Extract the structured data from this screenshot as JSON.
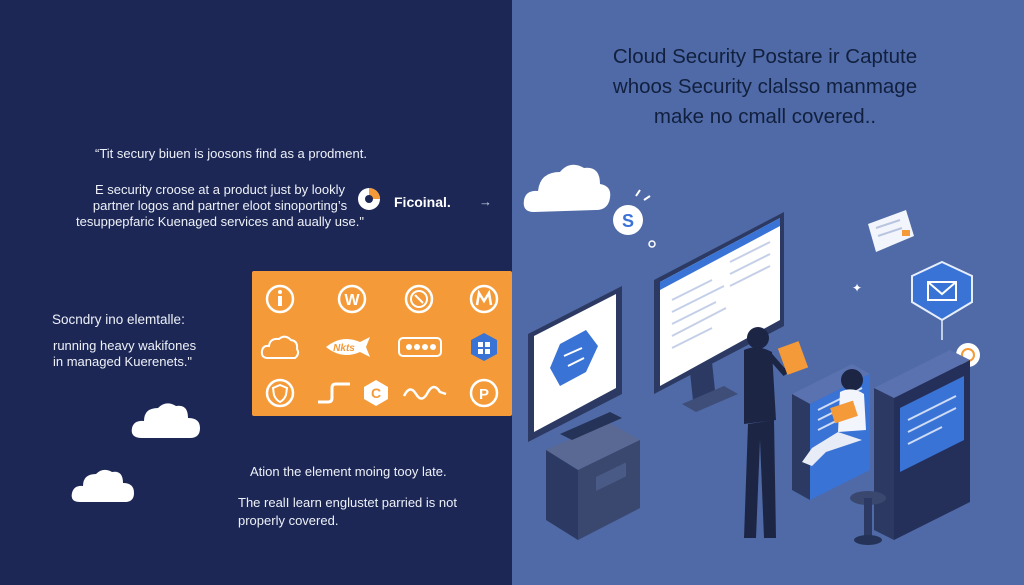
{
  "left": {
    "quote": "“Tit secury biuen is joosons find as a prodment.",
    "paragraph": [
      "E security croose at a product just by lookly",
      "partner logos and partner eloot sinoporting’s",
      "tesuppepfaric Kuenaged services and aually use.\""
    ],
    "logo_text": "Ficoinal.",
    "secondary_title": "Socndry ino elemtalle:",
    "secondary_body": [
      "running heavy wakifones",
      "in managed Kuerenets.\""
    ],
    "bottom_line_1": "Ation the element moing tooy late.",
    "bottom_lines_2": [
      "The realI learn englustet parried is not",
      "properly covered."
    ],
    "grid_icons": [
      "info-badge-icon",
      "w-logo-icon",
      "phone-badge-icon",
      "m-logo-icon",
      "cloud-outline-icon",
      "fish-logo-icon",
      "message-dots-icon",
      "container-hex-icon",
      "shield-badge-icon",
      "path-icon",
      "c-logo-icon",
      "wave-icon",
      "p-logo-icon"
    ]
  },
  "right": {
    "headline": [
      "Cloud Security Postare ir Captute",
      "whoos Security clalsso manmage",
      "make no cmall covered.."
    ]
  },
  "colors": {
    "left_bg": "#1c2756",
    "right_bg": "#4f6aa6",
    "accent_orange": "#f49a38",
    "screen_blue": "#3a73d6"
  }
}
